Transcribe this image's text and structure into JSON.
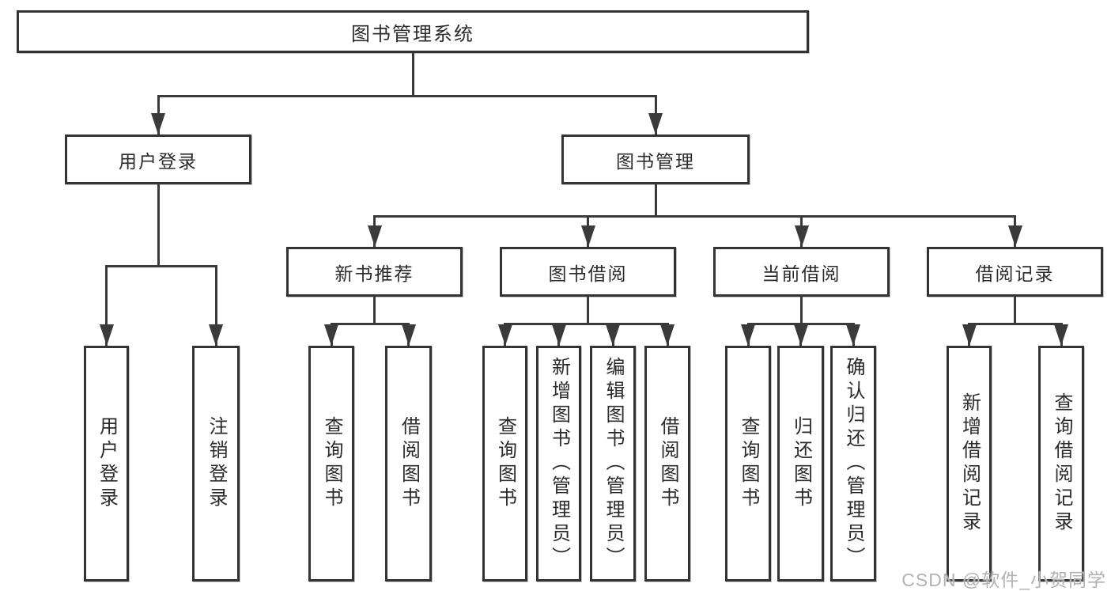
{
  "diagram": {
    "title": "图书管理系统",
    "nodes": [
      {
        "id": "root",
        "label": "图书管理系统"
      },
      {
        "id": "user-login",
        "label": "用户登录"
      },
      {
        "id": "book-mgmt",
        "label": "图书管理"
      },
      {
        "id": "new-book-rec",
        "label": "新书推荐"
      },
      {
        "id": "book-borrow",
        "label": "图书借阅"
      },
      {
        "id": "current-borrow",
        "label": "当前借阅"
      },
      {
        "id": "borrow-record",
        "label": "借阅记录"
      },
      {
        "id": "leaf-user-login",
        "label": "用户登录"
      },
      {
        "id": "leaf-logout",
        "label": "注销登录"
      },
      {
        "id": "leaf-query-book-1",
        "label": "查询图书"
      },
      {
        "id": "leaf-borrow-book-1",
        "label": "借阅图书"
      },
      {
        "id": "leaf-query-book-2",
        "label": "查询图书"
      },
      {
        "id": "leaf-add-book",
        "label": "新增图书（管理员）"
      },
      {
        "id": "leaf-edit-book",
        "label": "编辑图书（管理员）"
      },
      {
        "id": "leaf-borrow-book-2",
        "label": "借阅图书"
      },
      {
        "id": "leaf-query-book-3",
        "label": "查询图书"
      },
      {
        "id": "leaf-return-book",
        "label": "归还图书"
      },
      {
        "id": "leaf-confirm-return",
        "label": "确认归还（管理员）"
      },
      {
        "id": "leaf-add-record",
        "label": "新增借阅记录"
      },
      {
        "id": "leaf-query-record",
        "label": "查询借阅记录"
      }
    ],
    "edges": [
      {
        "from": "root",
        "to": [
          "user-login",
          "book-mgmt"
        ]
      },
      {
        "from": "user-login",
        "to": [
          "leaf-user-login",
          "leaf-logout"
        ]
      },
      {
        "from": "book-mgmt",
        "to": [
          "new-book-rec",
          "book-borrow",
          "current-borrow",
          "borrow-record"
        ]
      },
      {
        "from": "new-book-rec",
        "to": [
          "leaf-query-book-1",
          "leaf-borrow-book-1"
        ]
      },
      {
        "from": "book-borrow",
        "to": [
          "leaf-query-book-2",
          "leaf-add-book",
          "leaf-edit-book",
          "leaf-borrow-book-2"
        ]
      },
      {
        "from": "current-borrow",
        "to": [
          "leaf-query-book-3",
          "leaf-return-book",
          "leaf-confirm-return"
        ]
      },
      {
        "from": "borrow-record",
        "to": [
          "leaf-add-record",
          "leaf-query-record"
        ]
      }
    ],
    "watermark": "CSDN @软件_小贺同学",
    "colors": {
      "line": "#3a3a3a",
      "border": "#333333",
      "text": "#2b2b2b",
      "watermark": "#b2b2b6",
      "background": "#ffffff"
    }
  }
}
